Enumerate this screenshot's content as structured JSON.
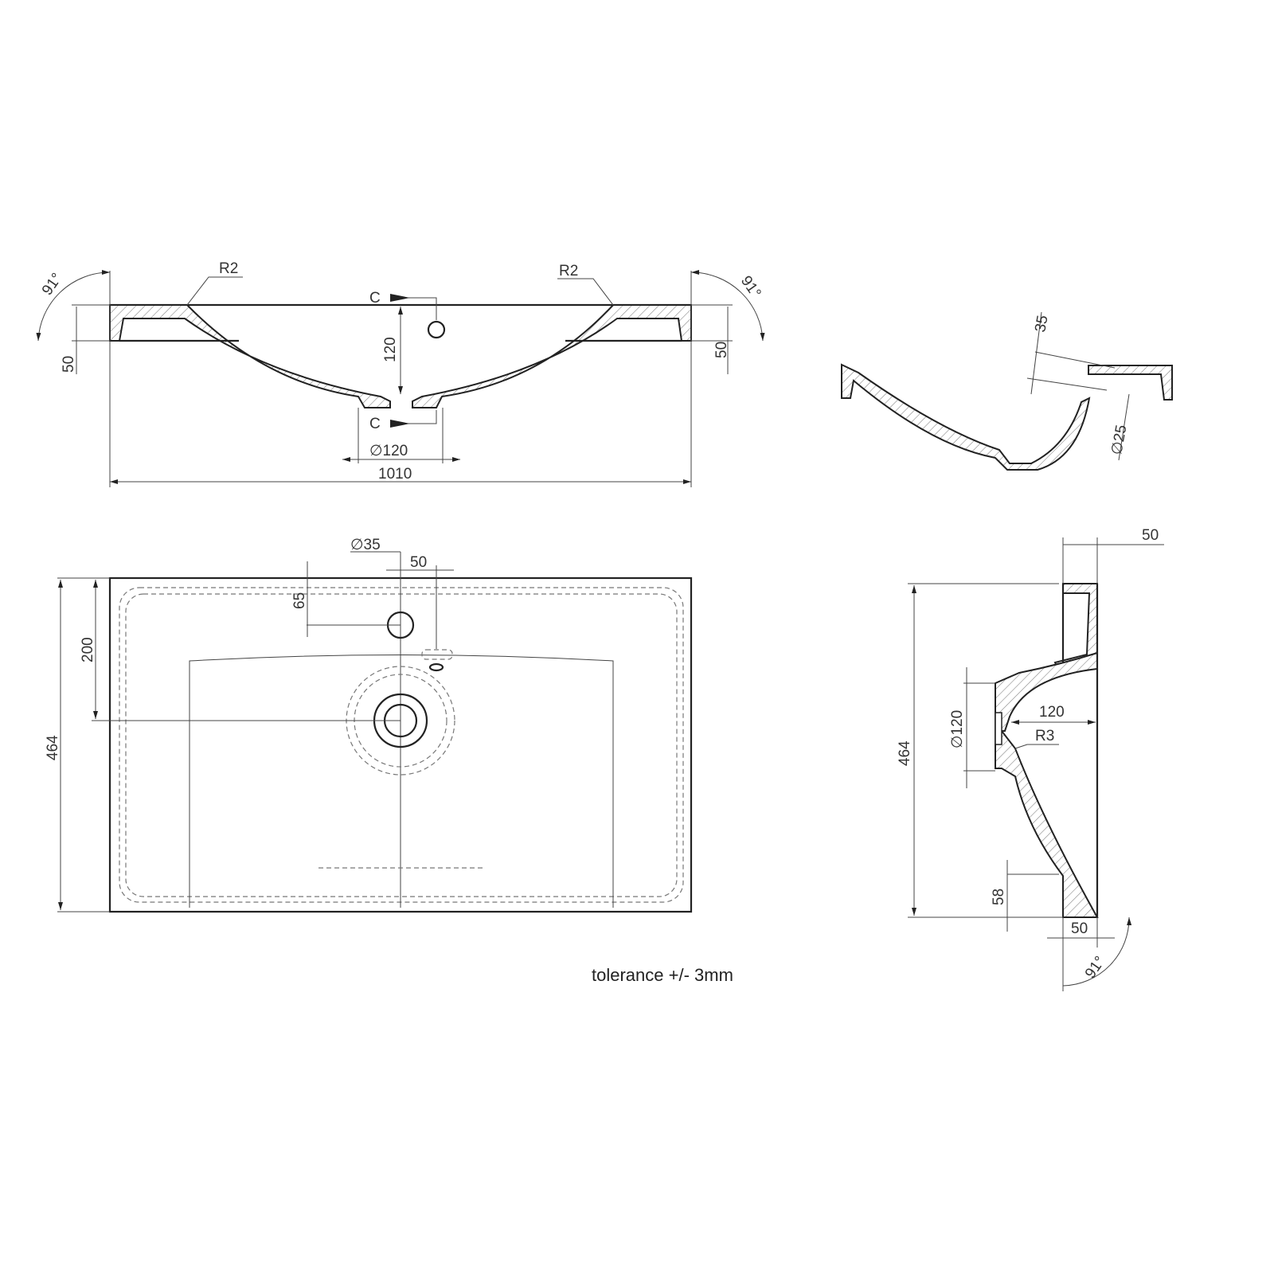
{
  "front_section": {
    "angle_left": "91°",
    "angle_right": "91°",
    "radius_left": "R2",
    "radius_right": "R2",
    "section_mark_top": "C",
    "section_mark_bottom": "C",
    "depth": "120",
    "rim_height_left": "50",
    "rim_height_right": "50",
    "drain_diameter": "∅120",
    "overall_width": "1010"
  },
  "section_c": {
    "rim": "35",
    "overflow_diameter": "∅25"
  },
  "plan_view": {
    "tap_hole_diameter": "∅35",
    "tap_offset": "50",
    "tap_from_back": "65",
    "drain_from_back": "200",
    "overall_depth": "464"
  },
  "side_section": {
    "top_width": "50",
    "overall_depth": "464",
    "drain_diameter": "∅120",
    "drain_depth": "120",
    "radius": "R3",
    "front_height": "58",
    "front_width": "50",
    "angle": "91°"
  },
  "tolerance_note": "tolerance +/- 3mm"
}
